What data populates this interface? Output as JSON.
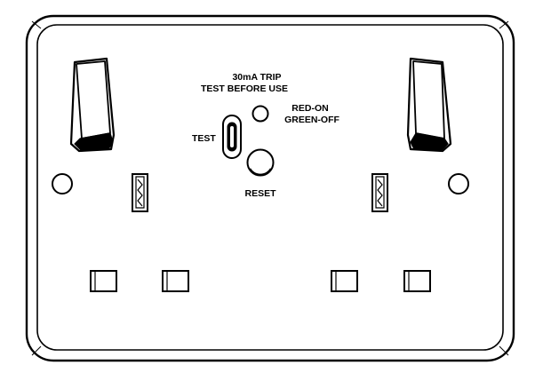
{
  "labels": {
    "trip_line1": "30mA TRIP",
    "trip_line2": "TEST BEFORE USE",
    "indicator_line1": "RED-ON",
    "indicator_line2": "GREEN-OFF",
    "test": "TEST",
    "reset": "RESET"
  },
  "colors": {
    "stroke": "#000000",
    "fill": "#ffffff"
  }
}
